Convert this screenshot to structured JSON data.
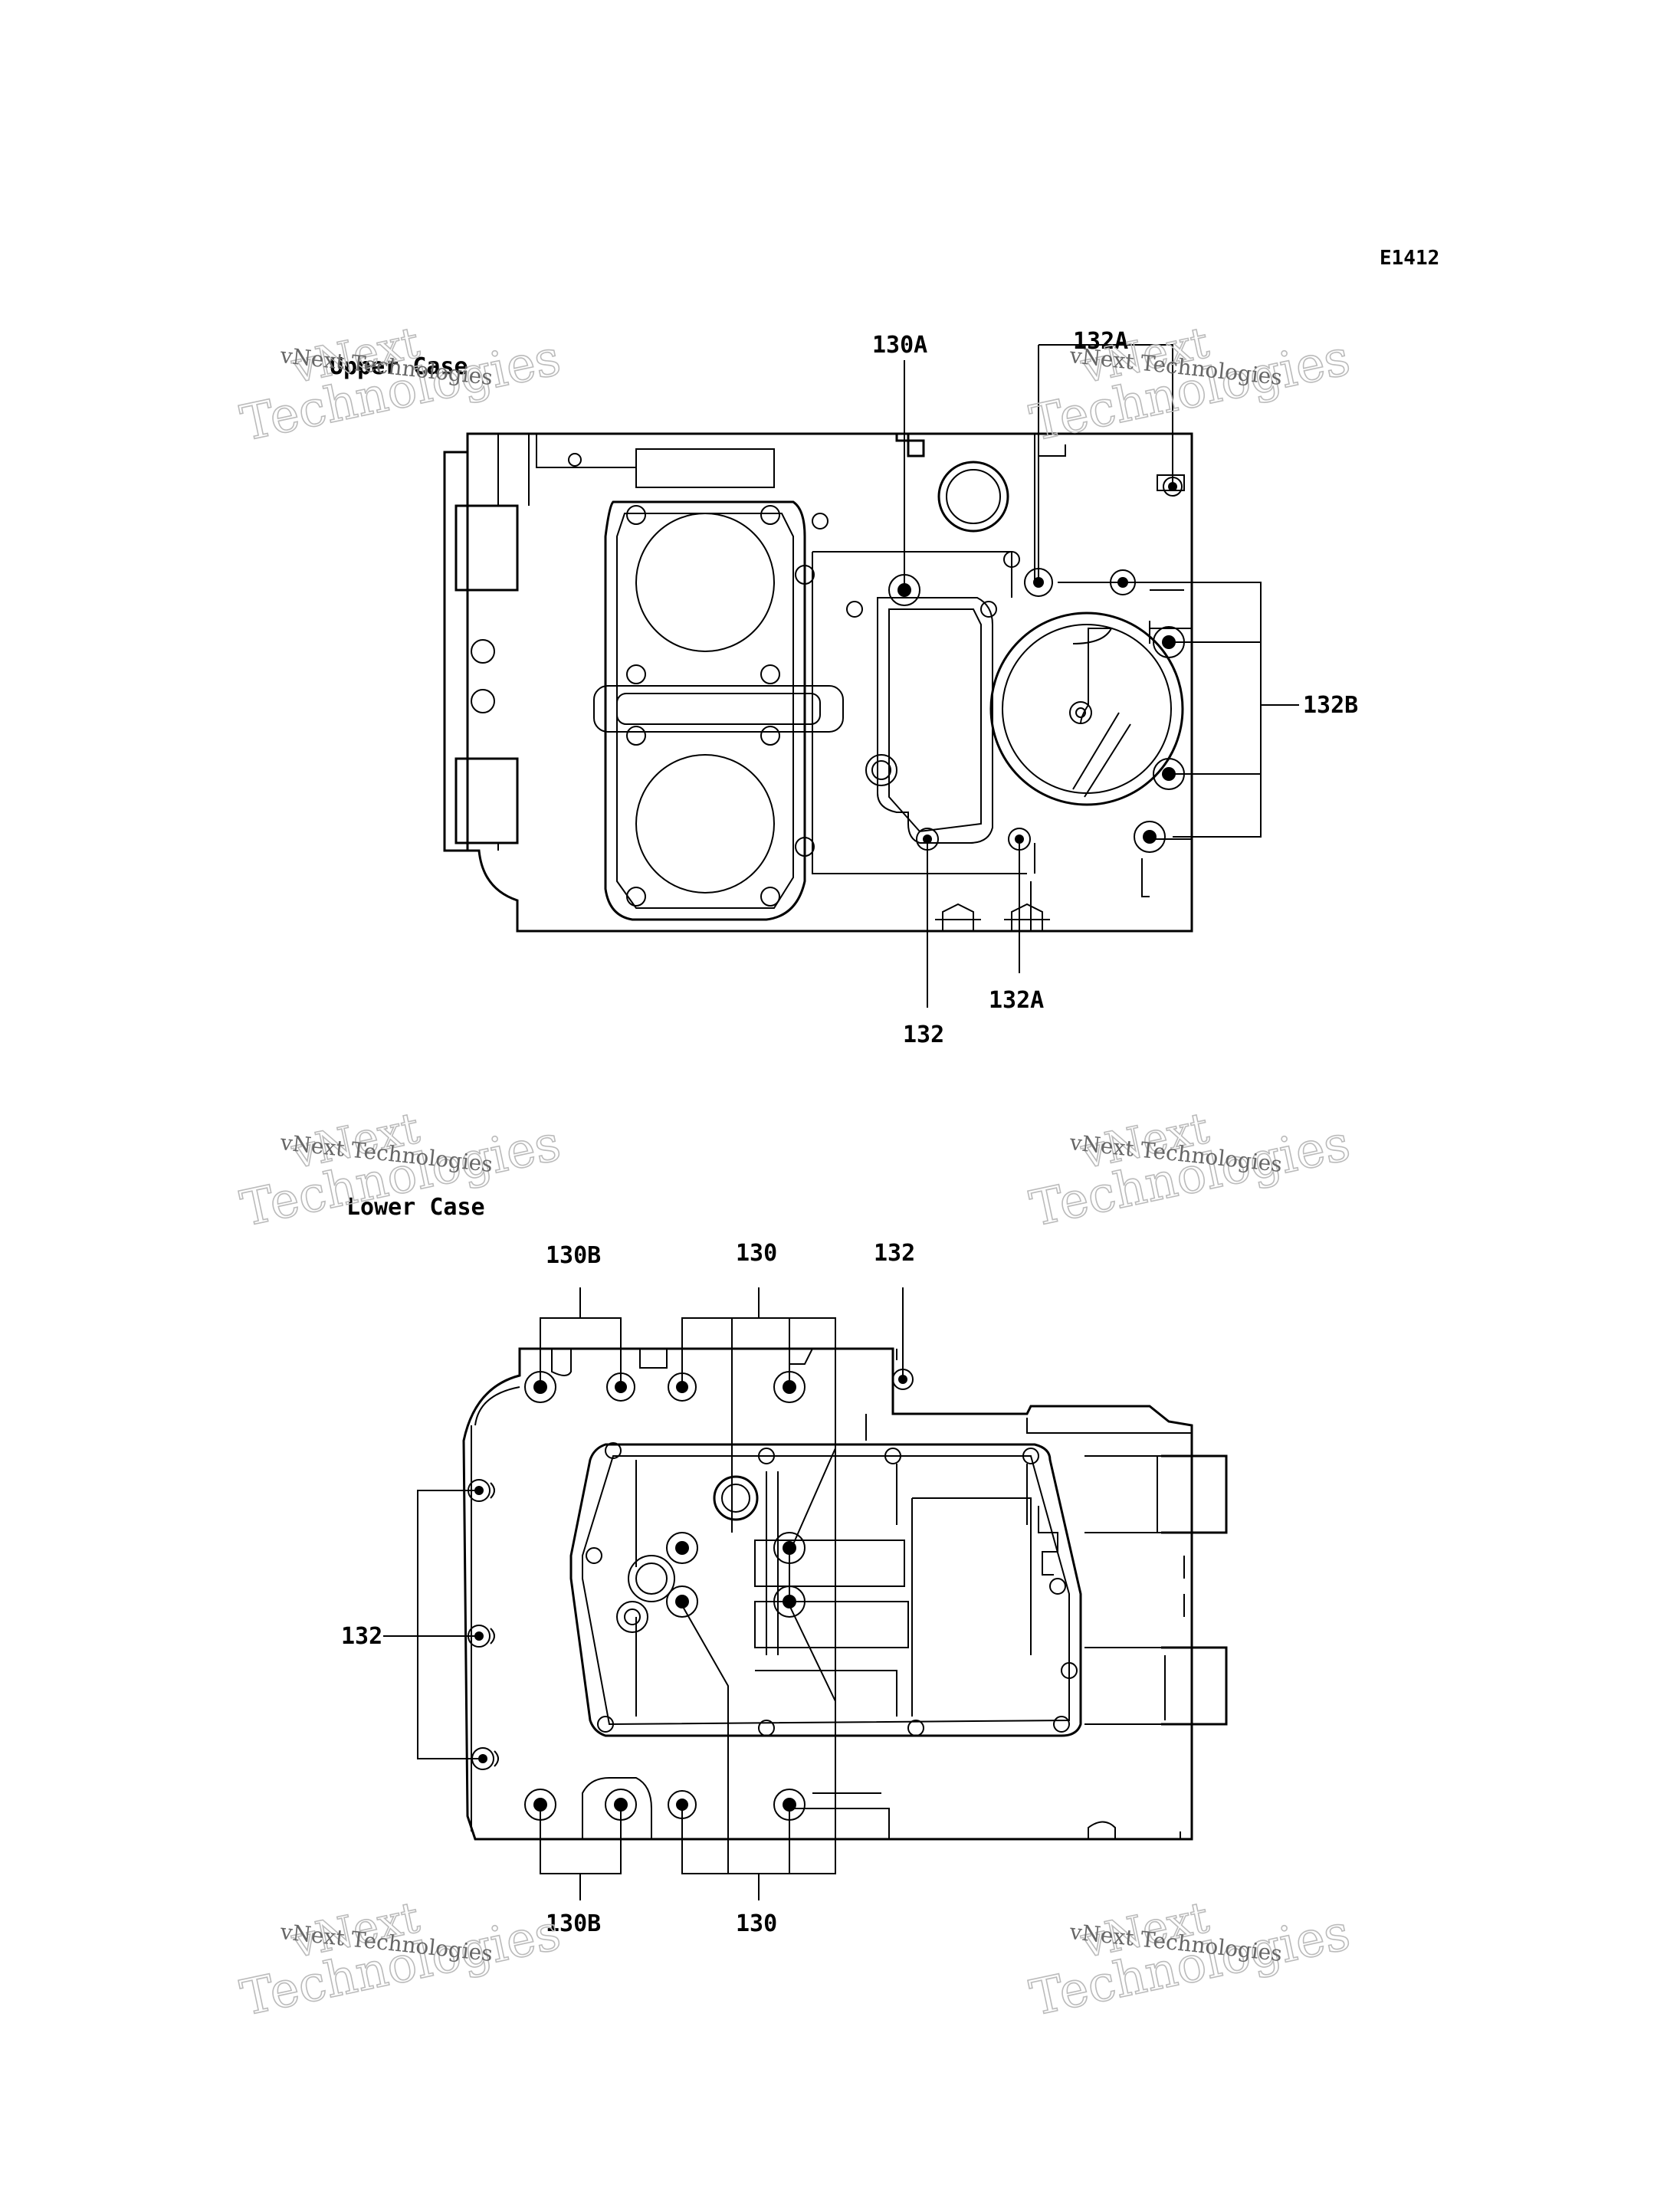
{
  "diagram_code": "E1412",
  "sections": {
    "upper": {
      "title": "Upper Case"
    },
    "lower": {
      "title": "Lower Case"
    }
  },
  "callouts": {
    "upper_130A": "130A",
    "upper_132A_top": "132A",
    "upper_132B": "132B",
    "upper_132": "132",
    "upper_132A_bottom": "132A",
    "lower_130B_top": "130B",
    "lower_130_top": "130",
    "lower_132_top": "132",
    "lower_132_left": "132",
    "lower_130B_bottom": "130B",
    "lower_130_bottom": "130"
  },
  "watermark": {
    "line1": "vNext",
    "line2": "Technologies",
    "small": "vNext Technologies"
  }
}
